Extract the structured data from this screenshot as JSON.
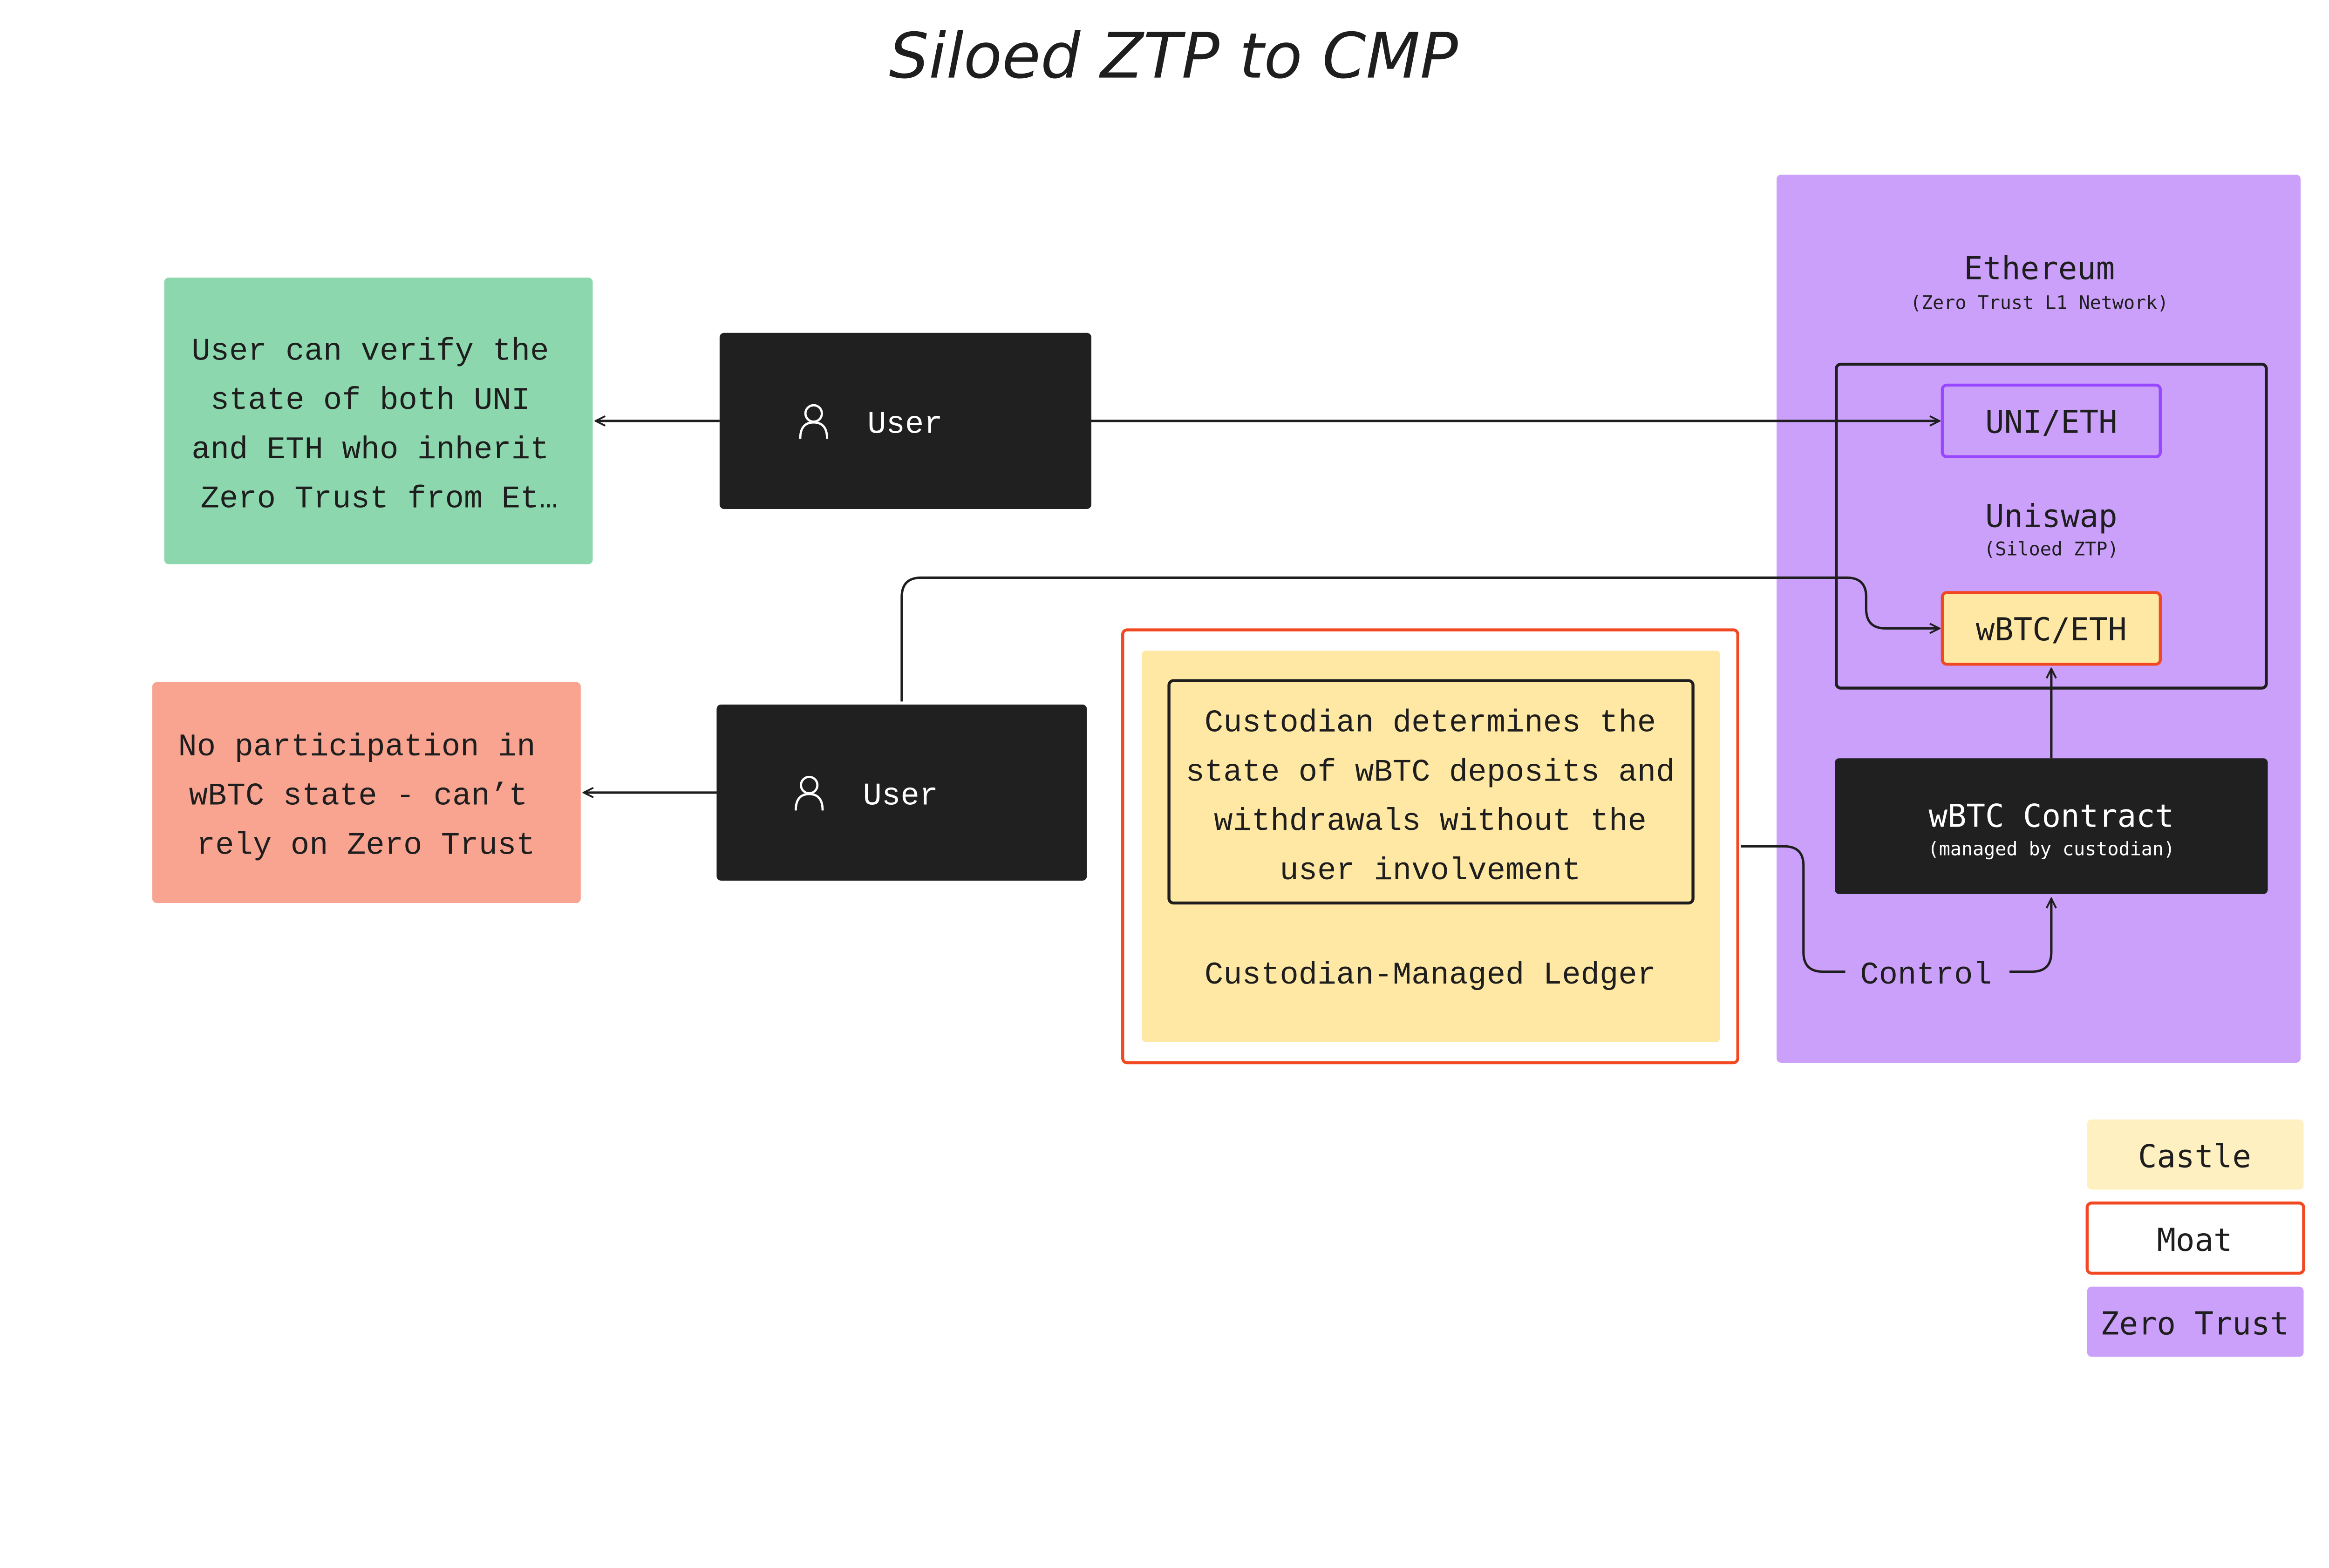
{
  "title": "Siloed ZTP to CMP",
  "colors": {
    "zero_trust": "#cba0fb",
    "castle": "#ffe8a3",
    "moat": "#f24822",
    "dark_node": "#202020",
    "green_note": "#8cd7ad",
    "red_note": "#f8a491",
    "uni_eth_border": "#9747ff"
  },
  "notes": {
    "verify": [
      "User can verify the",
      "state of both UNI",
      "and ETH who inherit",
      "Zero Trust from Et…"
    ],
    "no_participation": [
      "No participation in",
      "wBTC state - can’t",
      "rely on Zero Trust"
    ]
  },
  "users": [
    {
      "label": "User",
      "icon": "user-icon"
    },
    {
      "label": "User",
      "icon": "user-icon"
    }
  ],
  "ethereum": {
    "title": "Ethereum",
    "subtitle": "(Zero Trust L1 Network)",
    "uniswap": {
      "title": "Uniswap",
      "subtitle": "(Siloed ZTP)",
      "pools": [
        "UNI/ETH",
        "wBTC/ETH"
      ]
    },
    "contract": {
      "title": "wBTC Contract",
      "subtitle": "(managed by custodian)"
    },
    "control_label": "Control"
  },
  "custodian": {
    "description": [
      "Custodian determines the",
      "state of wBTC deposits and",
      "withdrawals without the",
      "user involvement"
    ],
    "label": "Custodian-Managed Ledger"
  },
  "legend": [
    "Castle",
    "Moat",
    "Zero Trust"
  ]
}
